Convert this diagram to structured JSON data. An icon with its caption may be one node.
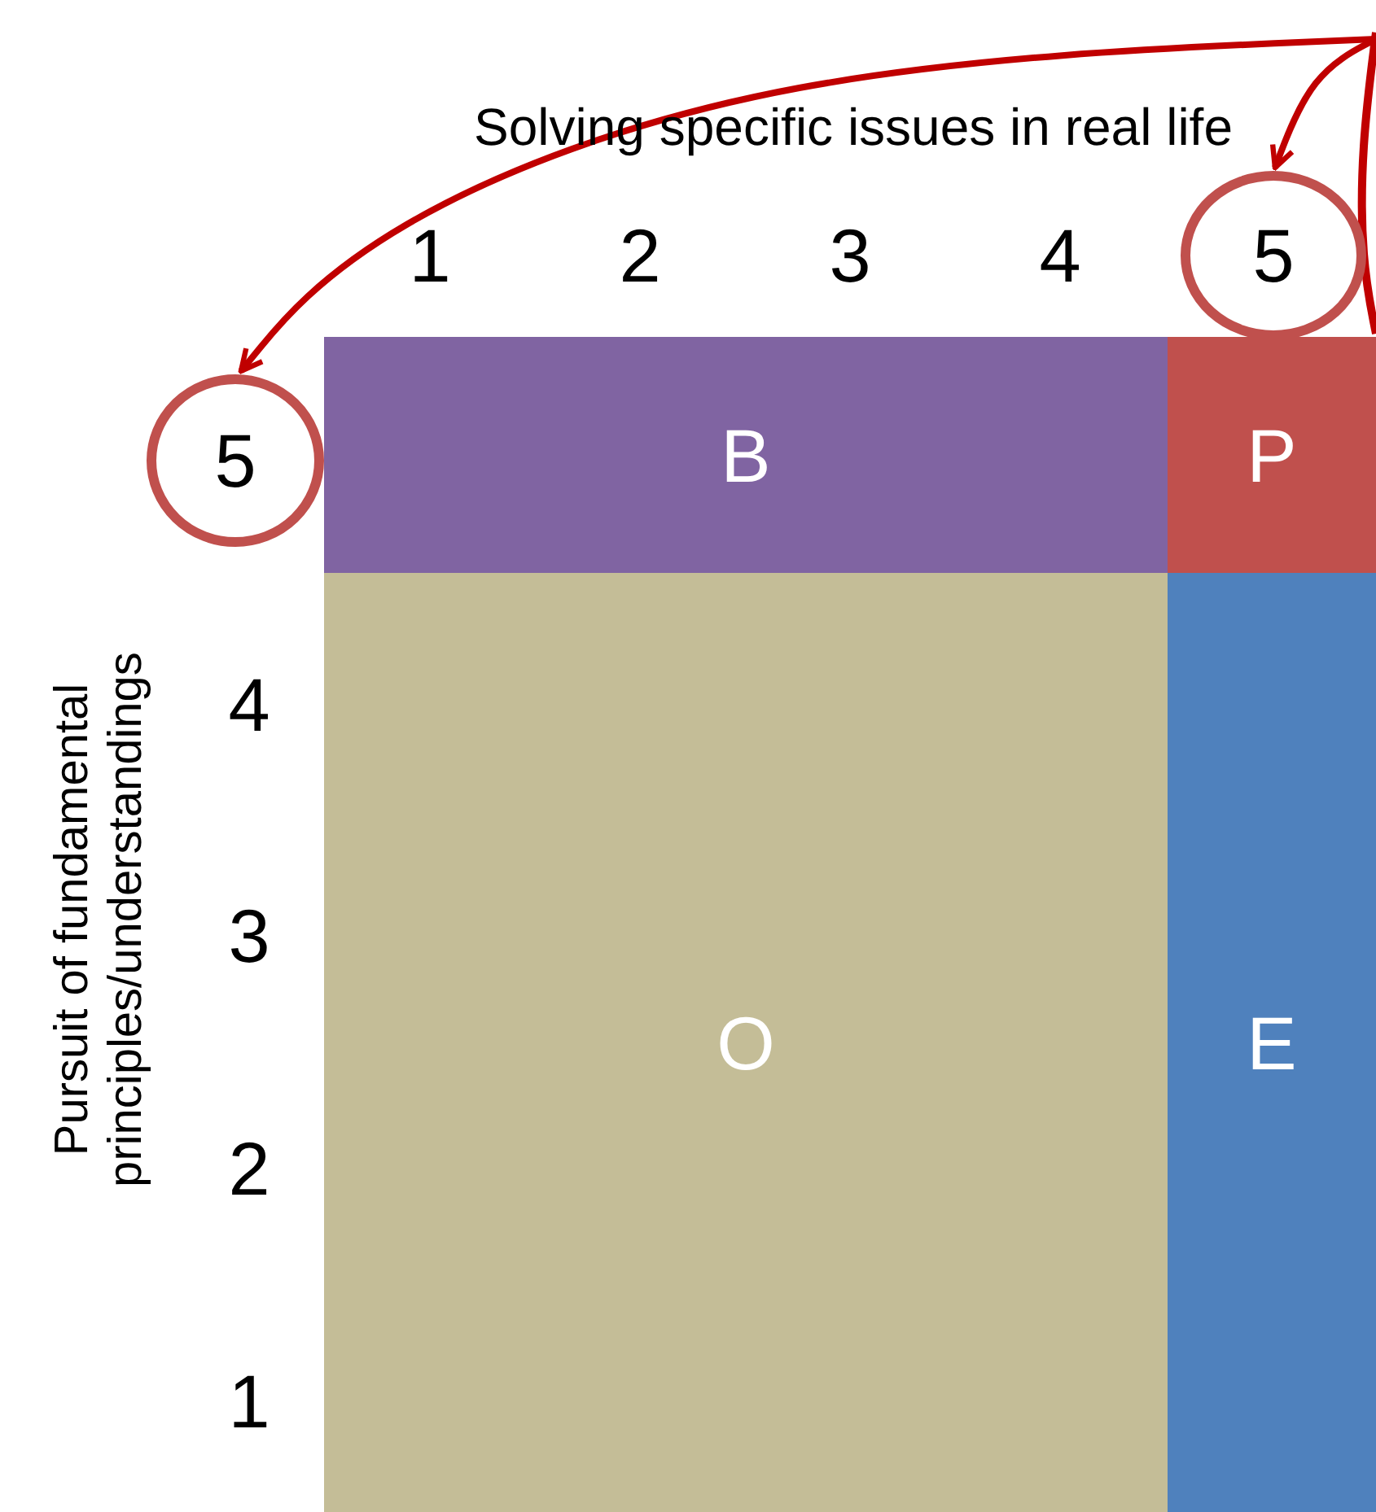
{
  "diagram": {
    "nodes": [
      {
        "text": [
          "5"
        ]
      },
      {
        "text": [
          "5"
        ]
      },
      {
        "text": [
          "B"
        ]
      },
      {
        "text": [
          "P"
        ]
      },
      {
        "text": [
          "O"
        ]
      },
      {
        "text": [
          "E"
        ]
      }
    ],
    "edges": [
      {
        "from": null,
        "to": 0,
        "arrow": "to"
      },
      {
        "from": null,
        "to": 1,
        "arrow": "to"
      }
    ],
    "labels": [
      "Solving specific issues in real life",
      "1",
      "2",
      "3",
      "4",
      "4",
      "3",
      "2",
      "1",
      "Pursuit of fundamental principles/understandings"
    ]
  }
}
